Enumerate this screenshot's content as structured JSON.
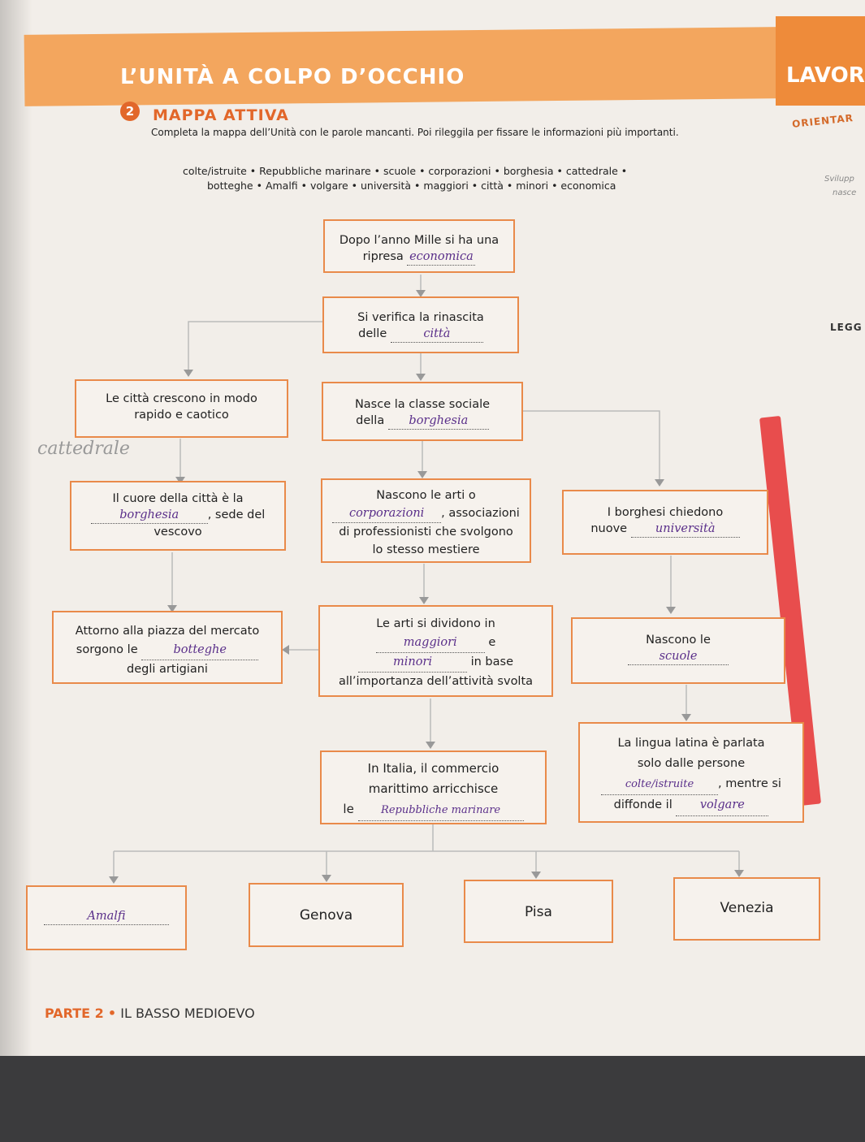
{
  "header": {
    "banner_title": "L’UNITÀ A COLPO D’OCCHIO",
    "right_tab": "LAVOR",
    "side_orientar": "ORIENTAR",
    "side_legg": "LEGG",
    "side_svilupp": "Svilupp",
    "side_nasce": "nasce"
  },
  "section": {
    "number": "2",
    "title": "MAPPA ATTIVA",
    "instructions": "Completa la mappa dell’Unità con le parole mancanti. Poi rileggila per fissare le informazioni più importanti.",
    "wordlist_line1": "colte/istruite • Repubbliche marinare • scuole • corporazioni • borghesia • cattedrale •",
    "wordlist_line2": "botteghe • Amalfi • volgare • università • maggiori • città • minori • economica"
  },
  "map": {
    "b1": {
      "text": "Dopo l’anno Mille si ha una ripresa",
      "answer": "economica"
    },
    "b2": {
      "line1": "Si verifica la rinascita",
      "line2": "delle",
      "answer": "città"
    },
    "b3": {
      "line1": "Le città crescono in modo",
      "line2": "rapido e caotico"
    },
    "note_cattedrale": "cattedrale",
    "b4": {
      "line1": "Nasce la classe sociale",
      "line2": "della",
      "answer": "borghesia"
    },
    "b5": {
      "line1": "Il cuore della città è la",
      "answer": "borghesia",
      "line2": ", sede del",
      "line3": "vescovo"
    },
    "b6": {
      "line1": "Nascono le arti o",
      "answer": "corporazioni",
      "line2": ", associazioni",
      "line3": "di professionisti che svolgono",
      "line4": "lo stesso mestiere"
    },
    "b7": {
      "line1": "I borghesi chiedono",
      "line2": "nuove",
      "answer": "università"
    },
    "b8": {
      "line1": "Attorno alla piazza del mercato",
      "line2": "sorgono le",
      "answer": "botteghe",
      "line3": "degli artigiani"
    },
    "b9": {
      "line1": "Le arti si dividono in",
      "answer1": "maggiori",
      "mid": "e",
      "answer2": "minori",
      "line2": "in base",
      "line3": "all’importanza dell’attività svolta"
    },
    "b10": {
      "line1": "Nascono le",
      "answer": "scuole"
    },
    "b11": {
      "line1": "In Italia, il commercio",
      "line2": "marittimo arricchisce",
      "line3": "le",
      "answer": "Repubbliche marinare"
    },
    "b12": {
      "line1": "La lingua latina è parlata",
      "line2": "solo dalle persone",
      "answer1": "colte/istruite",
      "line3": ", mentre si",
      "line4": "diffonde il",
      "answer2": "volgare"
    },
    "cities": {
      "c1": "Amalfi",
      "c2": "Genova",
      "c3": "Pisa",
      "c4": "Venezia"
    }
  },
  "footer": {
    "part": "PARTE 2",
    "sep": "•",
    "title": "IL BASSO MEDIOEVO"
  },
  "colors": {
    "accent": "#e2672a",
    "box_border": "#e98a4a",
    "banner": "#f3a65e",
    "handwriting": "#5a2f8a"
  }
}
